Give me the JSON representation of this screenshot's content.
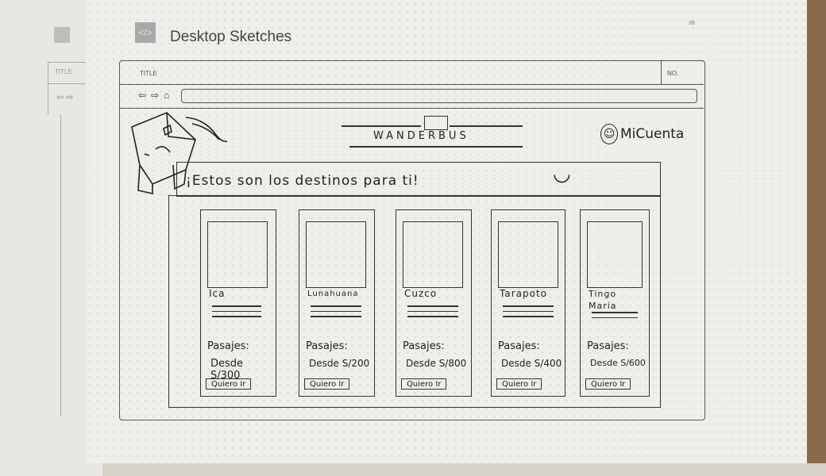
{
  "sheet": {
    "header_title": "Desktop Sketches",
    "page_number": "39"
  },
  "back_sheet": {
    "title_label": "TITLE",
    "nav_glyph": "⇦ ⇨"
  },
  "browser": {
    "title_label": "TITLE",
    "no_label": "NO.",
    "nav_back": "⇦",
    "nav_forward": "⇨",
    "nav_home": "⌂",
    "url_value": ""
  },
  "app": {
    "brand": "WANDERBUS",
    "account_label": "MiCuenta",
    "banner_text": "¡Estos son los destinos para ti!",
    "smiley": "◡"
  },
  "cards": [
    {
      "name": "Ica",
      "pasajes": "Pasajes:",
      "desde": "Desde S/300",
      "button": "Quiero Ir"
    },
    {
      "name": "Lunahuana",
      "pasajes": "Pasajes:",
      "desde": "Desde S/200",
      "button": "Quiero Ir"
    },
    {
      "name": "Cuzco",
      "pasajes": "Pasajes:",
      "desde": "Desde S/800",
      "button": "Quiero Ir"
    },
    {
      "name": "Tarapoto",
      "pasajes": "Pasajes:",
      "desde": "Desde S/400",
      "button": "Quiero Ir"
    },
    {
      "name": "Tingo\nMaría",
      "pasajes": "Pasajes:",
      "desde": "Desde S/600",
      "button": "Quiero Ir"
    }
  ],
  "icons": {
    "logo": "sketch-logo-icon",
    "bus": "bus-icon",
    "user": "user-icon",
    "mascot": "mascot-icon"
  }
}
